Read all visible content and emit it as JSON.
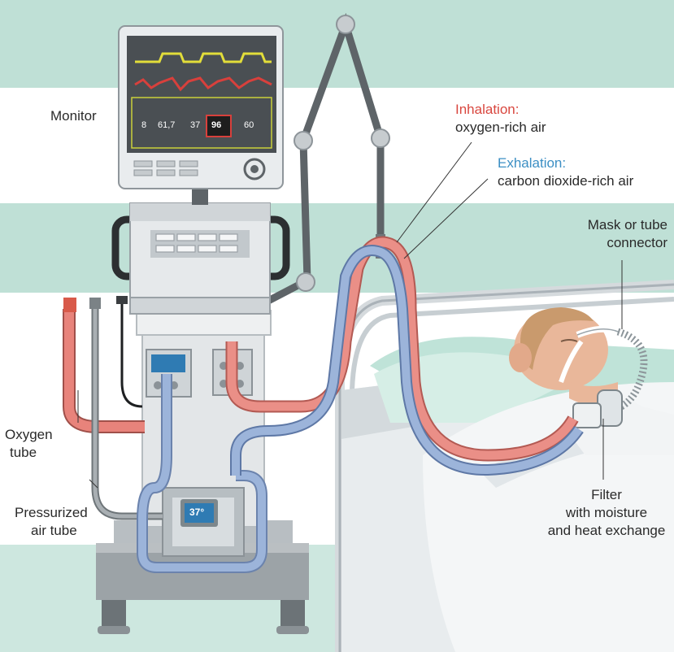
{
  "labels": {
    "monitor": "Monitor",
    "inhalation_title": "Inhalation:",
    "inhalation_desc": "oxygen-rich air",
    "exhalation_title": "Exhalation:",
    "exhalation_desc": "carbon dioxide-rich air",
    "mask_line1": "Mask or tube",
    "mask_line2": "connector",
    "oxygen_line1": "Oxygen",
    "oxygen_line2": "tube",
    "pressurized_line1": "Pressurized",
    "pressurized_line2": "air tube",
    "filter_line1": "Filter",
    "filter_line2": "with moisture",
    "filter_line3": "and heat exchange"
  },
  "monitor_readings": [
    "8",
    "61,7",
    "37",
    "96",
    "60"
  ],
  "humidifier_temp": "37°",
  "colors": {
    "inhalation": "#d9473f",
    "exhalation": "#3c8fc4",
    "tube_red": "#e8837b",
    "tube_blue": "#95aed6",
    "background_band": "#bfe0d6"
  }
}
